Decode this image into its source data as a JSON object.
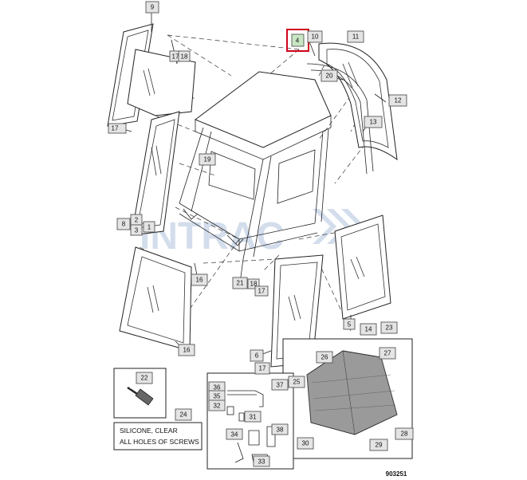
{
  "diagram": {
    "callouts": [
      {
        "id": "c9",
        "label": "9"
      },
      {
        "id": "c4",
        "label": "4",
        "highlighted": true
      },
      {
        "id": "c10",
        "label": "10"
      },
      {
        "id": "c11",
        "label": "11"
      },
      {
        "id": "c17a",
        "label": "17"
      },
      {
        "id": "c18a",
        "label": "18"
      },
      {
        "id": "c20",
        "label": "20"
      },
      {
        "id": "c12",
        "label": "12"
      },
      {
        "id": "c13",
        "label": "13"
      },
      {
        "id": "c17b",
        "label": "17"
      },
      {
        "id": "c19",
        "label": "19"
      },
      {
        "id": "c8",
        "label": "8"
      },
      {
        "id": "c2",
        "label": "2"
      },
      {
        "id": "c1",
        "label": "1"
      },
      {
        "id": "c3",
        "label": "3"
      },
      {
        "id": "c16a",
        "label": "16"
      },
      {
        "id": "c21",
        "label": "21"
      },
      {
        "id": "c18b",
        "label": "18"
      },
      {
        "id": "c17c",
        "label": "17"
      },
      {
        "id": "c5",
        "label": "5"
      },
      {
        "id": "c14",
        "label": "14"
      },
      {
        "id": "c23",
        "label": "23"
      },
      {
        "id": "c16b",
        "label": "16"
      },
      {
        "id": "c6",
        "label": "6"
      },
      {
        "id": "c17d",
        "label": "17"
      },
      {
        "id": "c26",
        "label": "26"
      },
      {
        "id": "c27",
        "label": "27"
      },
      {
        "id": "c22",
        "label": "22"
      },
      {
        "id": "c36",
        "label": "36"
      },
      {
        "id": "c35",
        "label": "35"
      },
      {
        "id": "c37",
        "label": "37"
      },
      {
        "id": "c25",
        "label": "25"
      },
      {
        "id": "c32",
        "label": "32"
      },
      {
        "id": "c31",
        "label": "31"
      },
      {
        "id": "c24",
        "label": "24"
      },
      {
        "id": "c34",
        "label": "34"
      },
      {
        "id": "c38",
        "label": "38"
      },
      {
        "id": "c33",
        "label": "33"
      },
      {
        "id": "c30",
        "label": "30"
      },
      {
        "id": "c29",
        "label": "29"
      },
      {
        "id": "c28",
        "label": "28"
      }
    ],
    "note_lines": [
      "SILICONE, CLEAR",
      "ALL HOLES OF SCREWS"
    ],
    "figure_number": "903251",
    "watermark": "INTRAC",
    "highlight_color": "#d0021b"
  }
}
